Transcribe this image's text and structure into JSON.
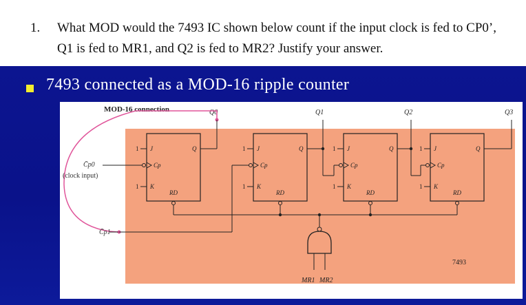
{
  "question": {
    "number": "1.",
    "line1": "What MOD would the 7493 IC shown below count if the input clock is fed to CP0’,",
    "line2": "Q1 is fed to MR1, and Q2 is fed to MR2? Justify your answer."
  },
  "slide": {
    "title": "7493 connected as a MOD-16 ripple counter",
    "colors": {
      "background": "#0c1590",
      "bullet": "#f3ec2e",
      "chip": "#f4a27e",
      "wire_magenta": "#e0559a"
    }
  },
  "diagram": {
    "mod_label": "MOD-16 connection",
    "outputs": [
      "Q0",
      "Q1",
      "Q2",
      "Q3"
    ],
    "clock_symbol": "C̄p0",
    "clock_label": "(clock input)",
    "cp1_symbol": "C̄p1",
    "ff_pins": {
      "j": "J",
      "k": "K",
      "cp": "Cp",
      "q": "Q",
      "rd": "RD",
      "one": "1"
    },
    "chip_label": "7493",
    "reset_labels": [
      "MR1",
      "MR2"
    ]
  }
}
